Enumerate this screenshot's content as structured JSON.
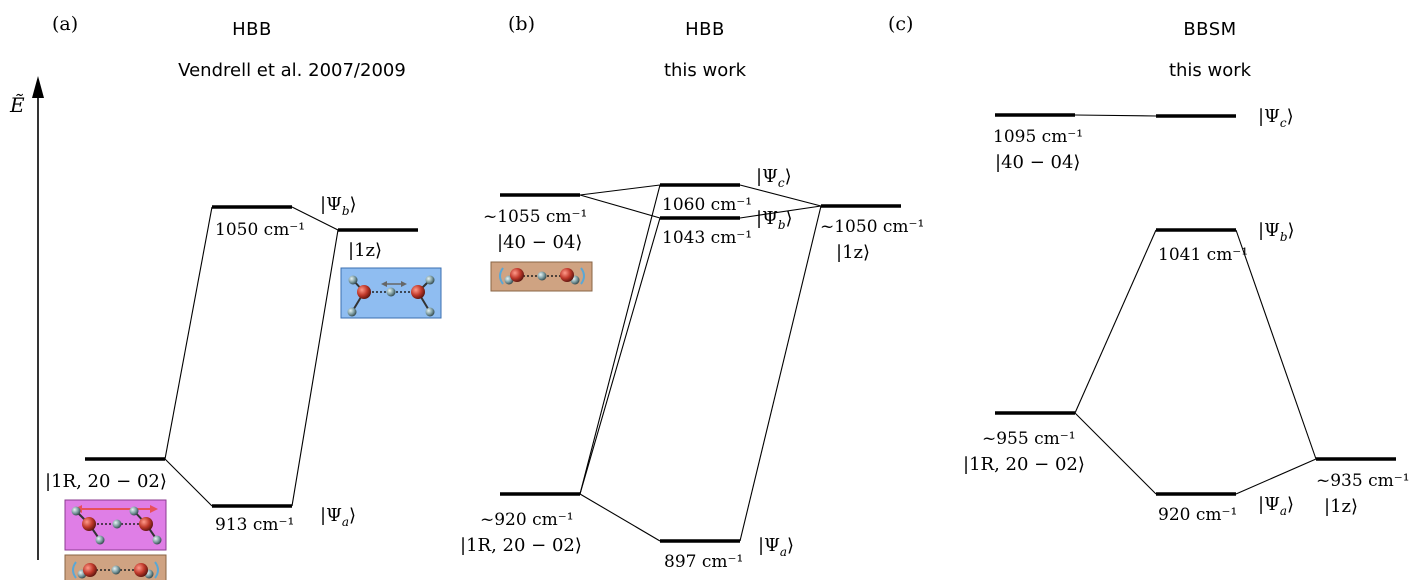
{
  "axis": {
    "symbol": "Ẽ"
  },
  "panels": [
    {
      "letter": "(a)",
      "title": "HBB",
      "subtitle": "Vendrell et al. 2007/2009",
      "labels": [
        {
          "id": "a_1050",
          "text": "1050 cm⁻¹"
        },
        {
          "id": "a_913",
          "text": "913 cm⁻¹"
        },
        {
          "id": "a_psib",
          "text": "|Ψ_b⟩"
        },
        {
          "id": "a_psia",
          "text": "|Ψ_a⟩"
        },
        {
          "id": "a_1z",
          "text": "|1z⟩"
        },
        {
          "id": "a_1R",
          "text": "|1R, 20 − 02⟩"
        }
      ]
    },
    {
      "letter": "(b)",
      "title": "HBB",
      "subtitle": "this work",
      "labels": [
        {
          "id": "b_1055",
          "text": "~1055 cm⁻¹"
        },
        {
          "id": "b_4004",
          "text": "|40 − 04⟩"
        },
        {
          "id": "b_1060",
          "text": "1060 cm⁻¹"
        },
        {
          "id": "b_1043",
          "text": "1043 cm⁻¹"
        },
        {
          "id": "b_psic",
          "text": "|Ψ_c⟩"
        },
        {
          "id": "b_psib",
          "text": "|Ψ_b⟩"
        },
        {
          "id": "b_1050",
          "text": "~1050 cm⁻¹"
        },
        {
          "id": "b_1z",
          "text": "|1z⟩"
        },
        {
          "id": "b_920",
          "text": "~920 cm⁻¹"
        },
        {
          "id": "b_1R",
          "text": "|1R, 20 − 02⟩"
        },
        {
          "id": "b_897",
          "text": "897 cm⁻¹"
        },
        {
          "id": "b_psia",
          "text": "|Ψ_a⟩"
        }
      ]
    },
    {
      "letter": "(c)",
      "title": "BBSM",
      "subtitle": "this work",
      "labels": [
        {
          "id": "c_1095",
          "text": "1095 cm⁻¹"
        },
        {
          "id": "c_4004",
          "text": "|40 − 04⟩"
        },
        {
          "id": "c_psic",
          "text": "|Ψ_c⟩"
        },
        {
          "id": "c_1041",
          "text": "1041 cm⁻¹"
        },
        {
          "id": "c_psib",
          "text": "|Ψ_b⟩"
        },
        {
          "id": "c_955",
          "text": "~955 cm⁻¹"
        },
        {
          "id": "c_1R",
          "text": "|1R, 20 − 02⟩"
        },
        {
          "id": "c_920",
          "text": "920 cm⁻¹"
        },
        {
          "id": "c_psia",
          "text": "|Ψ_a⟩"
        },
        {
          "id": "c_935",
          "text": "~935 cm⁻¹"
        },
        {
          "id": "c_1z",
          "text": "|1z⟩"
        }
      ]
    }
  ],
  "colors": {
    "magenta_box": "#df7ee6",
    "blue_box": "#8fbdf1",
    "tan_box": "#cfa382",
    "arrow_red": "#e8505a",
    "oxygen": "#c0392b",
    "hydrogen": "#6f8a8e"
  }
}
